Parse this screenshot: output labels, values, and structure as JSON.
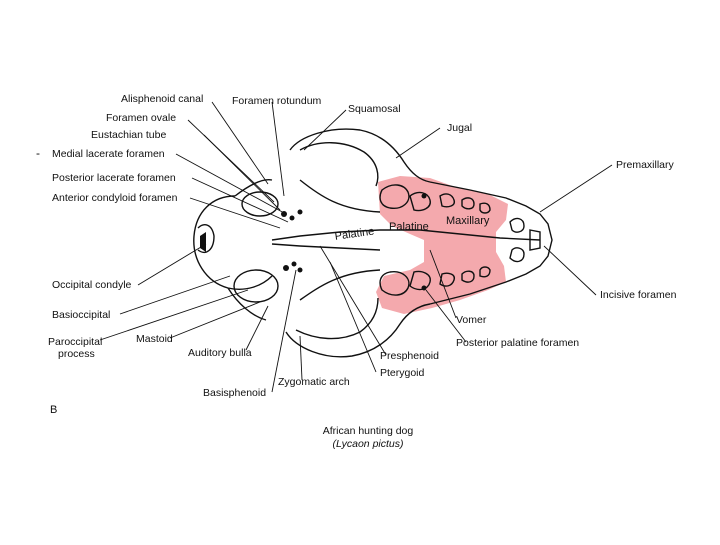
{
  "figure": {
    "letter": "B",
    "bullet": "-",
    "caption_line1": "African hunting dog",
    "caption_line2": "(Lycaon pictus)"
  },
  "labels": {
    "alisphenoid_canal": "Alisphenoid canal",
    "foramen_rotundum": "Foramen rotundum",
    "foramen_ovale": "Foramen ovale",
    "squamosal": "Squamosal",
    "eustachian_tube": "Eustachian tube",
    "jugal": "Jugal",
    "medial_lacerate_foramen": "Medial lacerate foramen",
    "premaxillary": "Premaxillary",
    "posterior_lacerate_foramen": "Posterior lacerate foramen",
    "anterior_condyloid_foramen": "Anterior condyloid foramen",
    "palatine_1": "Palatine",
    "palatine_2": "Palatine",
    "maxillary": "Maxillary",
    "occipital_condyle": "Occipital condyle",
    "incisive_foramen": "Incisive foramen",
    "basioccipital": "Basioccipital",
    "vomer": "Vomer",
    "paroccipital_process_1": "Paroccipital",
    "paroccipital_process_2": "process",
    "mastoid": "Mastoid",
    "posterior_palatine_foramen": "Posterior palatine foramen",
    "auditory_bulla": "Auditory bulla",
    "presphenoid": "Presphenoid",
    "pterygoid": "Pterygoid",
    "zygomatic_arch": "Zygomatic arch",
    "basisphenoid": "Basisphenoid"
  },
  "colors": {
    "highlight": "#f4a9ad",
    "ink": "#111111"
  }
}
